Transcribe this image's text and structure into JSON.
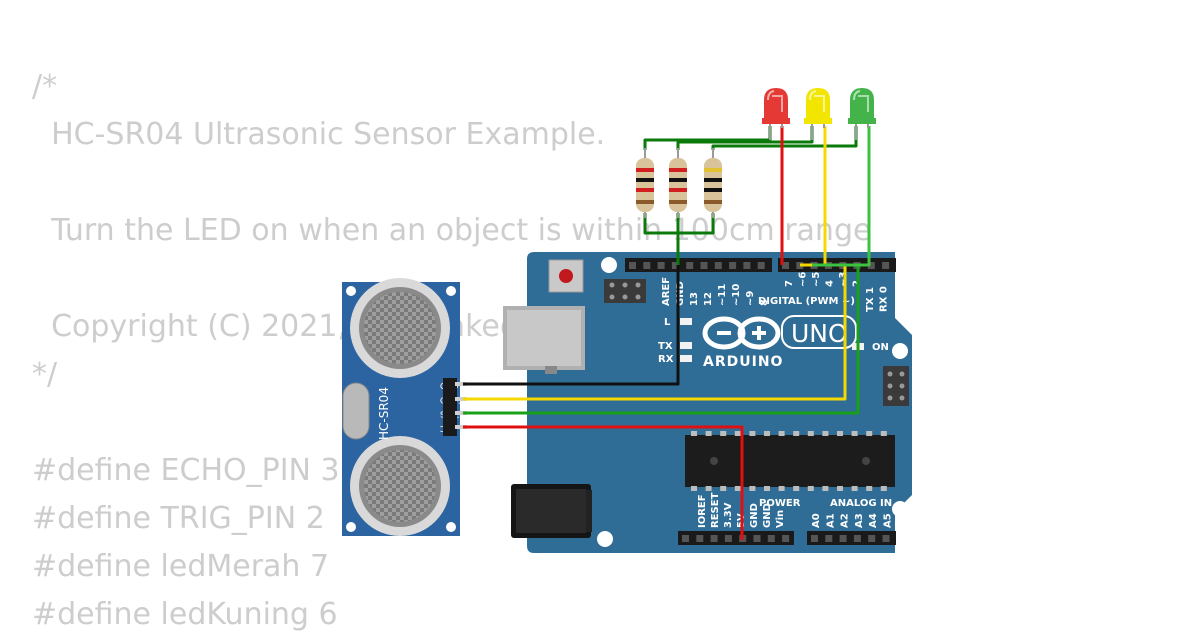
{
  "code": {
    "lines": [
      "/*",
      "  HC-SR04 Ultrasonic Sensor Example.",
      "",
      "  Turn the LED on when an object is within 100cm range",
      "",
      "  Copyright (C) 2021, Uri Shaked",
      "*/",
      "",
      "#define ECHO_PIN 3",
      "#define TRIG_PIN 2",
      "#define ledMerah 7",
      "#define ledKuning 6"
    ]
  },
  "arduino": {
    "brand": "ARDUINO",
    "model": "UNO",
    "digital_label": "DIGITAL (PWM ~)",
    "on_label": "ON",
    "l_label": "L",
    "tx_label": "TX",
    "rx_label": "RX",
    "power_label": "POWER",
    "analog_label": "ANALOG IN",
    "digital_left_pins": [
      "AREF",
      "GND",
      "13",
      "12",
      "~11",
      "~10",
      "~9",
      "8"
    ],
    "digital_right_pins": [
      "7",
      "~6",
      "~5",
      "4",
      "~3",
      "2",
      "TX 1",
      "RX 0"
    ],
    "power_pins": [
      "IOREF",
      "RESET",
      "3.3V",
      "5V",
      "GND",
      "GND",
      "Vin"
    ],
    "analog_pins": [
      "A0",
      "A1",
      "A2",
      "A3",
      "A4",
      "A5"
    ]
  },
  "sensor": {
    "name": "HC-SR04",
    "pins": [
      "GND",
      "ECHO",
      "TRIG",
      "VCC"
    ]
  },
  "leds": [
    {
      "color": "red",
      "hex": "#e53935"
    },
    {
      "color": "yellow",
      "hex": "#f2e600"
    },
    {
      "color": "green",
      "hex": "#43b34a"
    }
  ],
  "wire_colors": {
    "black": "#111111",
    "yellow": "#f5d800",
    "green": "#18a018",
    "red": "#e01010",
    "dark_green": "#0a7a0a"
  },
  "colors": {
    "board": "#2f6d96",
    "sensor_pcb": "#2c64a2",
    "code_text": "#cdcdcd"
  }
}
